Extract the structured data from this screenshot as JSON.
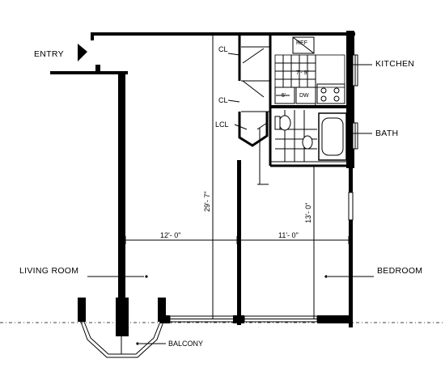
{
  "labels": {
    "entry": "ENTRY",
    "kitchen": "KITCHEN",
    "bath": "BATH",
    "living_room": "LIVING ROOM",
    "bedroom": "BEDROOM",
    "balcony": "BALCONY",
    "closet_1": "CL",
    "closet_2": "CL",
    "linen_closet": "LCL",
    "refrigerator": "REF",
    "dishwasher": "DW"
  },
  "dimensions": {
    "living_width": "12'- 0\"",
    "bedroom_width": "11'- 0\"",
    "overall_depth": "29'- 7\"",
    "bedroom_depth": "13'- 0\"",
    "kitchen_1": "7'- 9\"",
    "kitchen_2": "5'"
  }
}
